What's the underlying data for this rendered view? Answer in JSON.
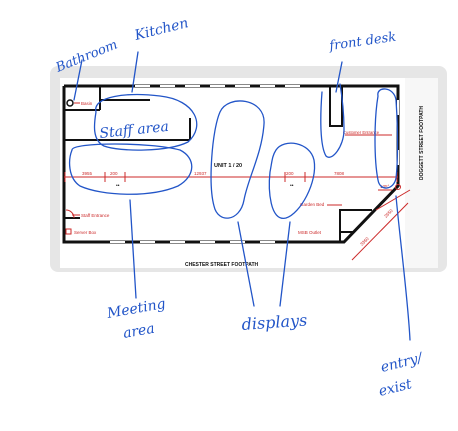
{
  "plan": {
    "unit_label": "UNIT 1 / 20",
    "street_bottom": "CHESTER STREET FOOTPATH",
    "street_right": "DOGGETT STREET FOOTPATH",
    "rooms": {
      "basin": "Basin",
      "customer_entrance": "Customer Entrance",
      "staff_entrance": "Staff Entrance",
      "server_box": "Server Box",
      "garden_bed": "Garden Bed",
      "msb_outlet": "MSB Outlet"
    },
    "dimensions": {
      "d1": "3955",
      "d2": "200",
      "d3": "12937",
      "d4": "200",
      "d5": "7808",
      "diag1": "3360",
      "diag2": "2650",
      "angle": "135°"
    }
  },
  "annotations": {
    "bathroom": "Bathroom",
    "kitchen": "Kitchen",
    "staff_area": "Staff area",
    "front_desk": "front desk",
    "meeting_area_1": "Meeting",
    "meeting_area_2": "area",
    "displays": "displays",
    "entry_exit_1": "entry/",
    "entry_exit_2": "exist"
  },
  "colors": {
    "wall": "#111111",
    "dimension": "#cc2a2a",
    "pen": "#2255c8",
    "panel": "#e6e6e6"
  }
}
